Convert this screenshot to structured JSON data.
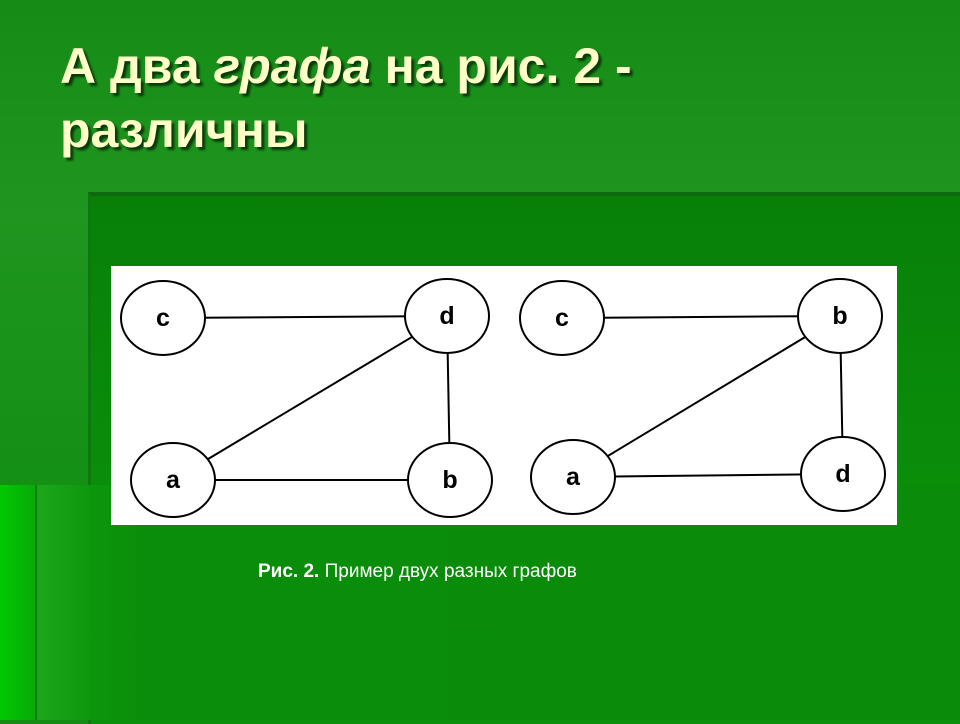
{
  "title": {
    "part1": "А два ",
    "part2_italic": "графа",
    "part3": " на рис. 2 -",
    "line2": "различны"
  },
  "graphs": [
    {
      "name": "left",
      "nodes": [
        "c",
        "d",
        "a",
        "b"
      ],
      "edges": [
        [
          "c",
          "d"
        ],
        [
          "d",
          "a"
        ],
        [
          "d",
          "b"
        ],
        [
          "a",
          "b"
        ]
      ]
    },
    {
      "name": "right",
      "nodes": [
        "c",
        "b",
        "a",
        "d"
      ],
      "edges": [
        [
          "c",
          "b"
        ],
        [
          "b",
          "a"
        ],
        [
          "b",
          "d"
        ],
        [
          "a",
          "d"
        ]
      ]
    }
  ],
  "caption": {
    "label": "Рис. 2.",
    "text": " Пример двух разных графов"
  },
  "colors": {
    "title": "#ffffc8",
    "background": "#0a8d0a"
  }
}
